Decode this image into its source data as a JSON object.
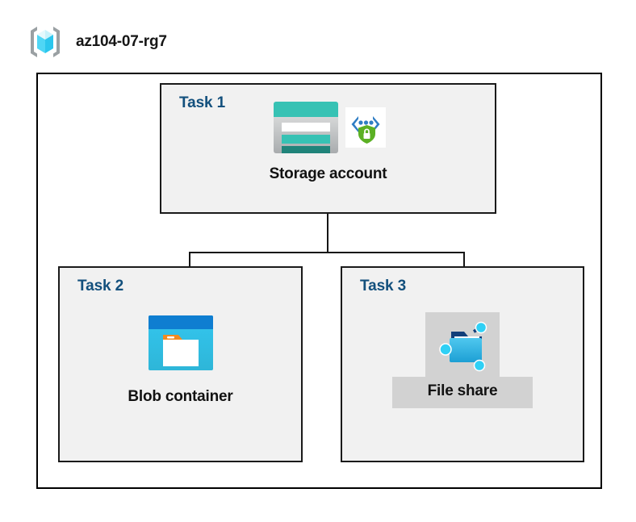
{
  "diagram": {
    "resource_group": {
      "name": "az104-07-rg7",
      "icon": "resource-group-icon"
    },
    "tasks": [
      {
        "id": "task-1",
        "label": "Task 1",
        "node": {
          "caption": "Storage account",
          "icons": [
            "storage-account-icon",
            "secure-endpoint-icon"
          ]
        }
      },
      {
        "id": "task-2",
        "label": "Task 2",
        "node": {
          "caption": "Blob container",
          "icons": [
            "blob-container-icon"
          ]
        }
      },
      {
        "id": "task-3",
        "label": "Task 3",
        "node": {
          "caption": "File share",
          "icons": [
            "file-share-icon"
          ],
          "highlighted": true
        }
      }
    ],
    "connectors": [
      {
        "from": "task-1",
        "to": "task-2"
      },
      {
        "from": "task-1",
        "to": "task-3"
      }
    ],
    "colors": {
      "task_label": "#13507d",
      "caption": "#121212",
      "box_fill": "#f1f1f1",
      "box_border": "#1a1a1a",
      "boundary_border": "#000000",
      "connector": "#151515",
      "highlight_fill": "#d2d2d2",
      "storage_teal": "#37c2b4",
      "storage_teal_dark": "#1f8277",
      "blob_blue": "#0f7ed1",
      "blob_cyan": "#32c3eb",
      "blob_orange": "#f28b20",
      "shield_green": "#5bb024",
      "bracket_gray": "#9aa0a3",
      "cube_cyan": "#9feaf9"
    }
  }
}
